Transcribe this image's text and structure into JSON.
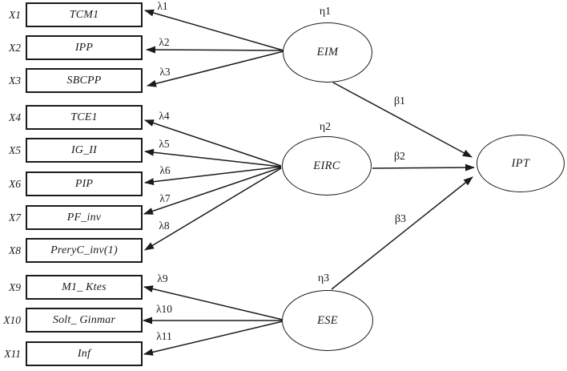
{
  "figure": {
    "type": "sem-path-diagram",
    "background": "#ffffff",
    "line_color": "#1b1b1b"
  },
  "indicators": [
    {
      "id": "X1",
      "label": "TCM1",
      "loading": "λ1",
      "latent": "EIM"
    },
    {
      "id": "X2",
      "label": "IPP",
      "loading": "λ2",
      "latent": "EIM"
    },
    {
      "id": "X3",
      "label": "SBCPP",
      "loading": "λ3",
      "latent": "EIM"
    },
    {
      "id": "X4",
      "label": "TCE1",
      "loading": "λ4",
      "latent": "EIRC"
    },
    {
      "id": "X5",
      "label": "IG_II",
      "loading": "λ5",
      "latent": "EIRC"
    },
    {
      "id": "X6",
      "label": "PIP",
      "loading": "λ6",
      "latent": "EIRC"
    },
    {
      "id": "X7",
      "label": "PF_inv",
      "loading": "λ7",
      "latent": "EIRC"
    },
    {
      "id": "X8",
      "label": "PreryC_inv(1)",
      "loading": "λ8",
      "latent": "EIRC"
    },
    {
      "id": "X9",
      "label": "M1_ Ktes",
      "loading": "λ9",
      "latent": "ESE"
    },
    {
      "id": "X10",
      "label": "Solt_ Ginmar",
      "loading": "λ10",
      "latent": "ESE"
    },
    {
      "id": "X11",
      "label": "Inf",
      "loading": "λ11",
      "latent": "ESE"
    }
  ],
  "latents": [
    {
      "label": "EIM",
      "eta": "η1",
      "beta": "β1",
      "target": "IPT"
    },
    {
      "label": "EIRC",
      "eta": "η2",
      "beta": "β2",
      "target": "IPT"
    },
    {
      "label": "ESE",
      "eta": "η3",
      "beta": "β3",
      "target": "IPT"
    }
  ],
  "outcome": {
    "label": "IPT"
  }
}
